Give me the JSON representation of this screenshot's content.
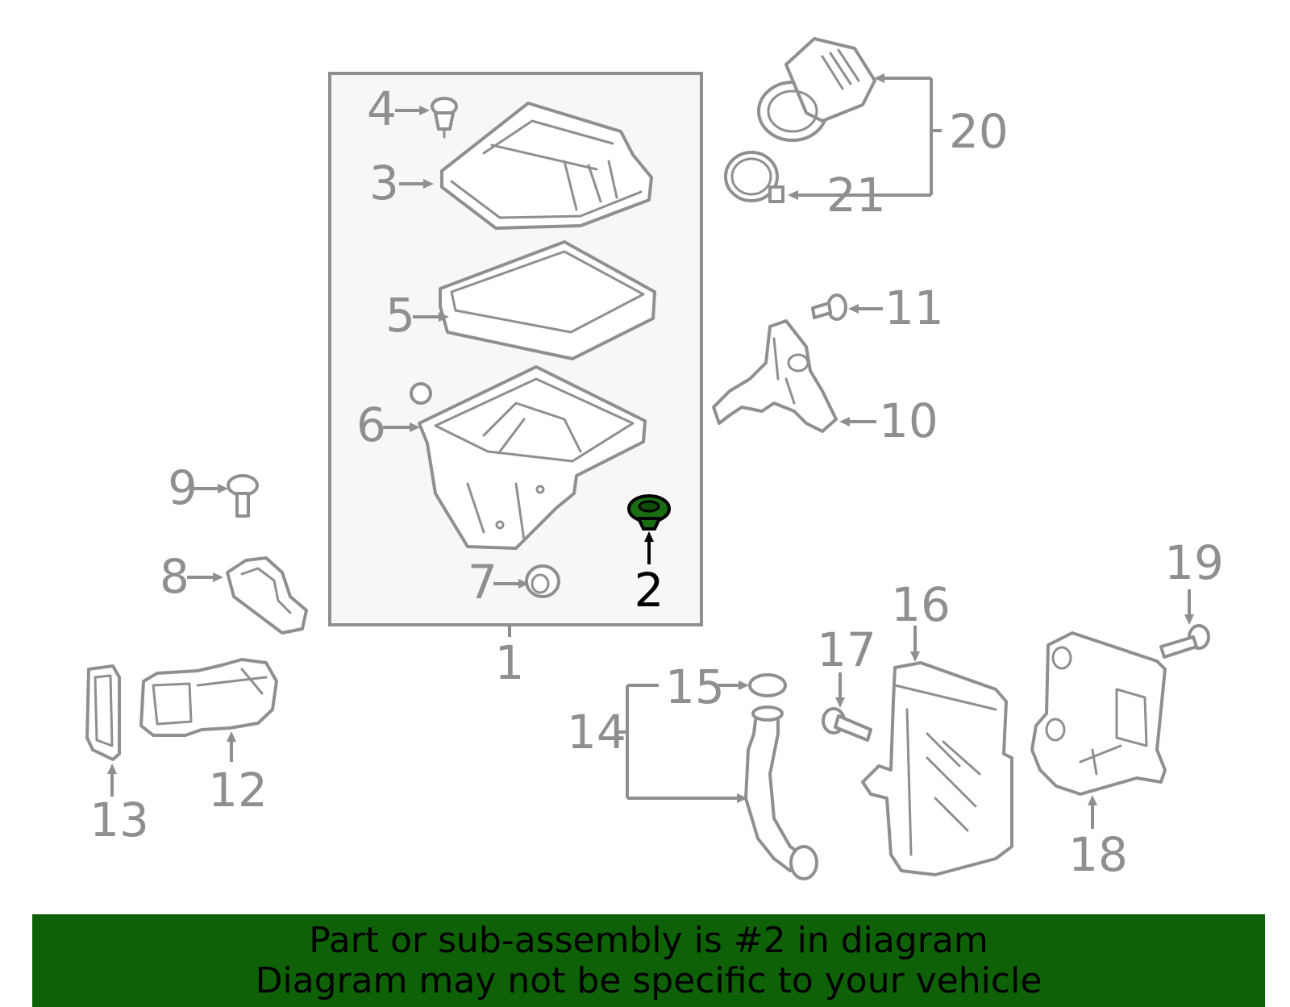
{
  "diagram": {
    "highlight_color": "#1a6d10",
    "callouts": [
      {
        "id": "1",
        "label": "1"
      },
      {
        "id": "2",
        "label": "2",
        "highlighted": true
      },
      {
        "id": "3",
        "label": "3"
      },
      {
        "id": "4",
        "label": "4"
      },
      {
        "id": "5",
        "label": "5"
      },
      {
        "id": "6",
        "label": "6"
      },
      {
        "id": "7",
        "label": "7"
      },
      {
        "id": "8",
        "label": "8"
      },
      {
        "id": "9",
        "label": "9"
      },
      {
        "id": "10",
        "label": "10"
      },
      {
        "id": "11",
        "label": "11"
      },
      {
        "id": "12",
        "label": "12"
      },
      {
        "id": "13",
        "label": "13"
      },
      {
        "id": "14",
        "label": "14"
      },
      {
        "id": "15",
        "label": "15"
      },
      {
        "id": "16",
        "label": "16"
      },
      {
        "id": "17",
        "label": "17"
      },
      {
        "id": "18",
        "label": "18"
      },
      {
        "id": "19",
        "label": "19"
      },
      {
        "id": "20",
        "label": "20"
      },
      {
        "id": "21",
        "label": "21"
      }
    ]
  },
  "banner": {
    "line1": "Part or sub-assembly is #2 in diagram",
    "line2": "Diagram may not be specific to your vehicle",
    "background": "#0f6108"
  }
}
